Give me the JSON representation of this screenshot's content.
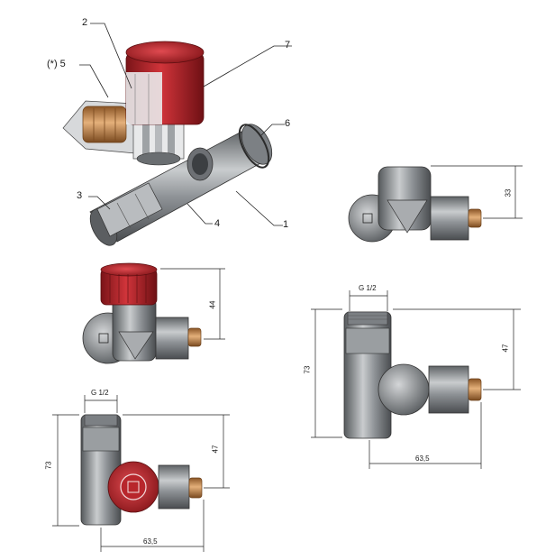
{
  "callouts": {
    "c1": "1",
    "c2": "2",
    "c3": "3",
    "c4": "4",
    "c5": "(*) 5",
    "c6": "6",
    "c7": "7"
  },
  "dimensions": {
    "side_height": "33",
    "front_height": "44",
    "right_thread": "G 1/2",
    "right_total_height": "73",
    "right_port_height": "47",
    "right_width": "63,5",
    "bottom_thread": "G 1/2",
    "bottom_total_height": "73",
    "bottom_port_height": "47",
    "bottom_width": "63,5"
  },
  "colors": {
    "body_metal": "#8e9296",
    "cap_red": "#b8262c",
    "brass": "#c98a4a"
  }
}
